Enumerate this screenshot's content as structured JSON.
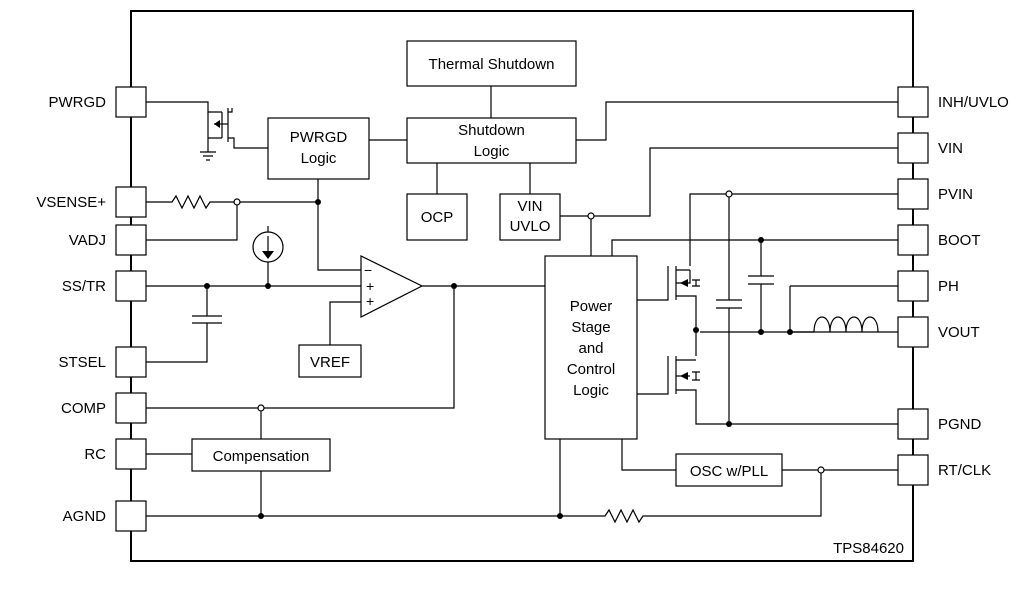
{
  "chip": {
    "name": "TPS84620"
  },
  "pins_left": {
    "pwrgd": "PWRGD",
    "vsense": "VSENSE+",
    "vadj": "VADJ",
    "sstr": "SS/TR",
    "stsel": "STSEL",
    "comp": "COMP",
    "rc": "RC",
    "agnd": "AGND"
  },
  "pins_right": {
    "inh": "INH/UVLO",
    "vin": "VIN",
    "pvin": "PVIN",
    "boot": "BOOT",
    "ph": "PH",
    "vout": "VOUT",
    "pgnd": "PGND",
    "rtclk": "RT/CLK"
  },
  "blocks": {
    "thermal": "Thermal Shutdown",
    "shutdown_l1": "Shutdown",
    "shutdown_l2": "Logic",
    "pwrgd_l1": "PWRGD",
    "pwrgd_l2": "Logic",
    "ocp": "OCP",
    "uvlo_l1": "VIN",
    "uvlo_l2": "UVLO",
    "vref": "VREF",
    "power_l1": "Power",
    "power_l2": "Stage",
    "power_l3": "and",
    "power_l4": "Control",
    "power_l5": "Logic",
    "osc": "OSC w/PLL",
    "comp": "Compensation"
  },
  "opamp": {
    "minus": "−",
    "plus1": "+",
    "plus2": "+"
  }
}
